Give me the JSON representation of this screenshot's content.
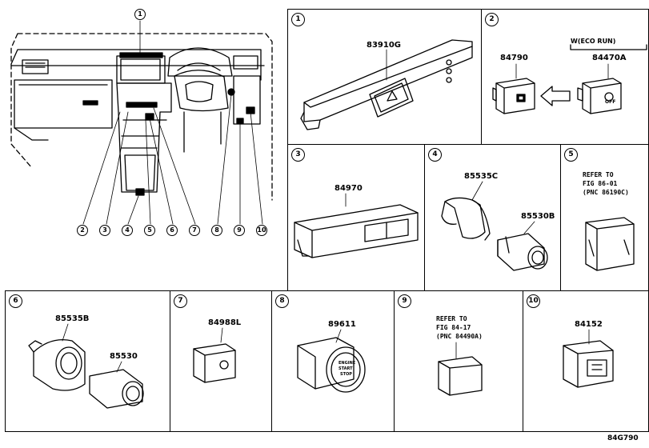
{
  "overview": {
    "callouts": [
      "1",
      "2",
      "3",
      "4",
      "5",
      "6",
      "7",
      "8",
      "9",
      "10"
    ]
  },
  "panels": [
    {
      "index": "1",
      "parts": [
        "83910G"
      ]
    },
    {
      "index": "2",
      "parts": [
        "84790",
        "84470A"
      ],
      "variant_label": "W(ECO RUN)"
    },
    {
      "index": "3",
      "parts": [
        "84970"
      ]
    },
    {
      "index": "4",
      "parts": [
        "85535C",
        "85530B"
      ]
    },
    {
      "index": "5",
      "note": [
        "REFER TO",
        "FIG 86-01",
        "(PNC 86190C)"
      ]
    },
    {
      "index": "6",
      "parts": [
        "85535B",
        "85530"
      ]
    },
    {
      "index": "7",
      "parts": [
        "84988L"
      ]
    },
    {
      "index": "8",
      "parts": [
        "89611"
      ]
    },
    {
      "index": "9",
      "note": [
        "REFER TO",
        "FIG 84-17",
        "(PNC 84490A)"
      ]
    },
    {
      "index": "10",
      "parts": [
        "84152"
      ]
    }
  ],
  "switch_text": {
    "eco_off": "OFF",
    "start_line1": "ENGINE",
    "start_line2": "START",
    "start_line3": "STOP"
  },
  "figure_code": "84G790"
}
